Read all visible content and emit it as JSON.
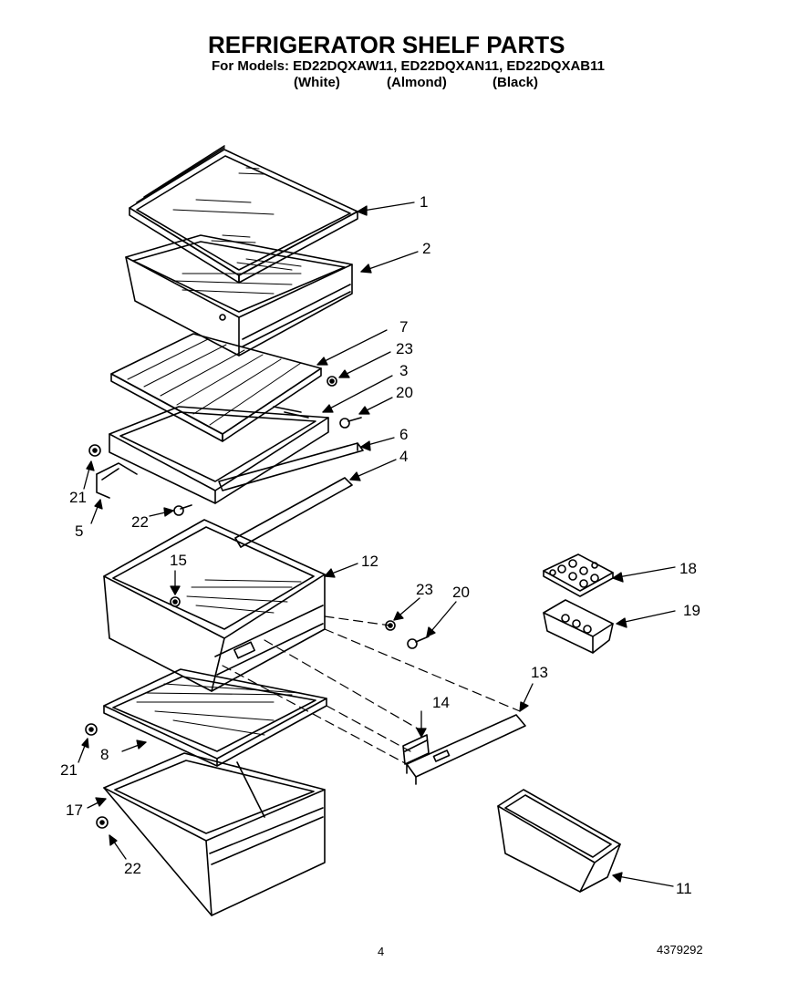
{
  "header": {
    "title": "REFRIGERATOR SHELF PARTS",
    "models_line": "For Models: ED22DQXAW11, ED22DQXAN11, ED22DQXAB11",
    "variants": [
      "(White)",
      "(Almond)",
      "(Black)"
    ]
  },
  "callouts": {
    "c1": "1",
    "c2": "2",
    "c7": "7",
    "c23a": "23",
    "c3": "3",
    "c20a": "20",
    "c6": "6",
    "c4": "4",
    "c21a": "21",
    "c5": "5",
    "c22a": "22",
    "c15": "15",
    "c12": "12",
    "c23b": "23",
    "c20b": "20",
    "c18": "18",
    "c19": "19",
    "c13": "13",
    "c14": "14",
    "c21b": "21",
    "c8": "8",
    "c17": "17",
    "c22b": "22",
    "c11": "11"
  },
  "footer": {
    "page_number": "4",
    "document_number": "4379292"
  }
}
